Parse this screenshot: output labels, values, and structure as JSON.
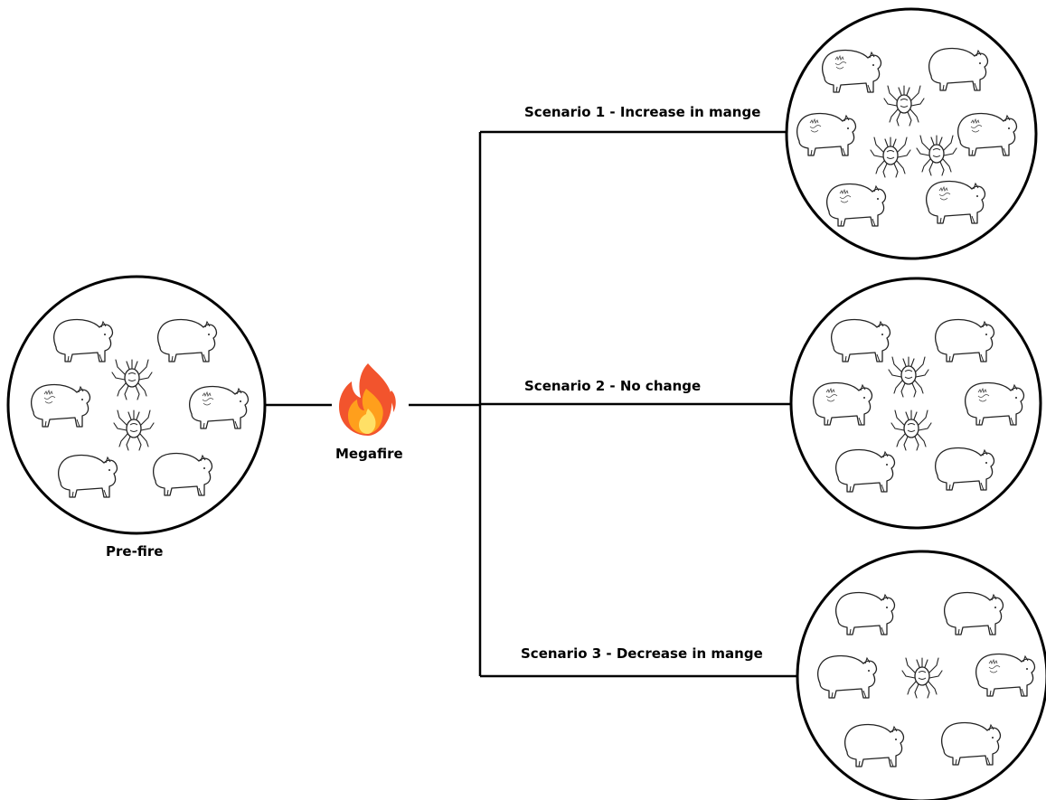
{
  "nodes": {
    "prefire": {
      "label": "Pre-fire",
      "wombats_healthy": 4,
      "wombats_mangy": 2,
      "mites": 2
    },
    "event": {
      "label": "Megafire",
      "icon": "fire-icon"
    },
    "scenarios": [
      {
        "label": "Scenario 1 - Increase in mange",
        "wombats_healthy": 1,
        "wombats_mangy": 5,
        "mites": 3
      },
      {
        "label": "Scenario 2 - No change",
        "wombats_healthy": 4,
        "wombats_mangy": 2,
        "mites": 2
      },
      {
        "label": "Scenario 3 - Decrease in mange",
        "wombats_healthy": 5,
        "wombats_mangy": 1,
        "mites": 1
      }
    ]
  },
  "colors": {
    "line": "#000000",
    "flame_outer": "#f2542d",
    "flame_mid": "#ff9f1c",
    "flame_inner": "#ffe066"
  }
}
